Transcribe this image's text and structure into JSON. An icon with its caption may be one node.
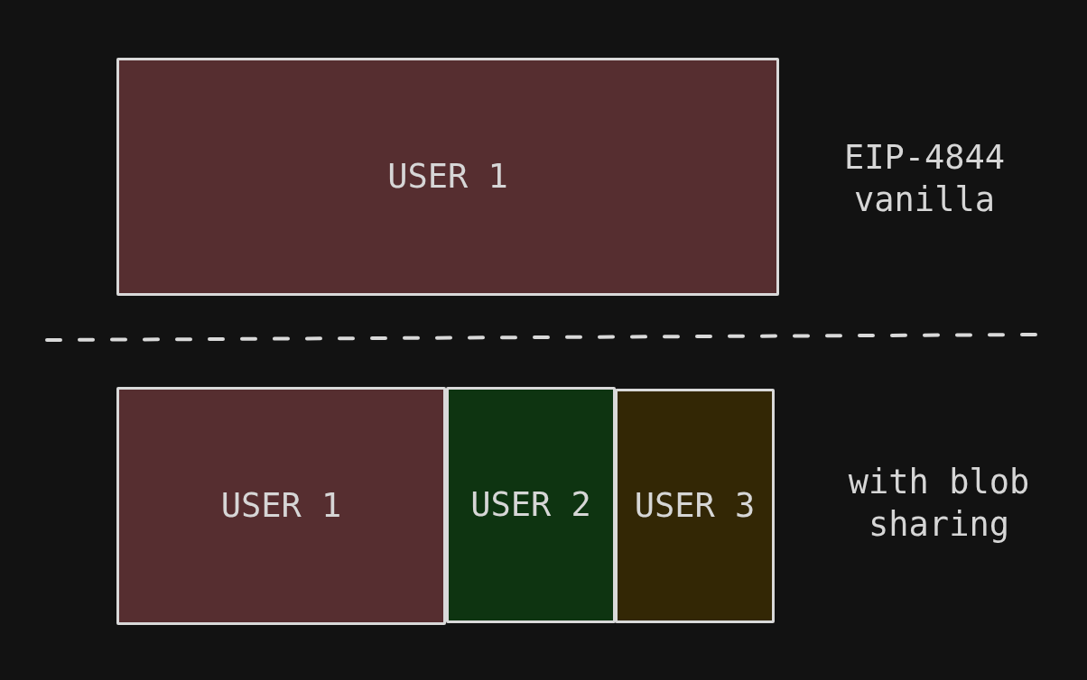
{
  "diagram": {
    "nodes": [
      {
        "text": [
          "USER 1"
        ]
      },
      {
        "text": [
          "USER 1"
        ]
      },
      {
        "text": [
          "USER 2"
        ]
      },
      {
        "text": [
          "USER 3"
        ]
      }
    ],
    "labels": [
      "EIP-4844 vanilla",
      "with blob sharing"
    ]
  }
}
